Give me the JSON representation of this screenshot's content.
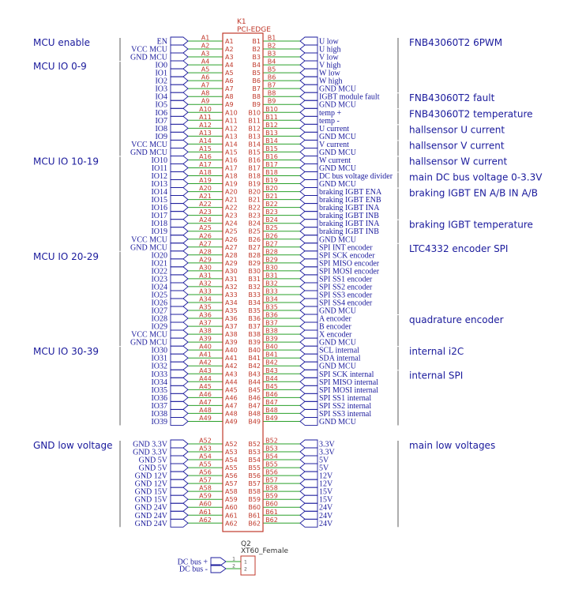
{
  "connector": {
    "ref": "K1",
    "value": "PCI-EDGE",
    "left_nets": [
      "EN",
      "VCC MCU",
      "GND MCU",
      "IO0",
      "IO1",
      "IO2",
      "IO3",
      "IO4",
      "IO5",
      "IO6",
      "IO7",
      "IO8",
      "IO9",
      "VCC MCU",
      "GND MCU",
      "IO10",
      "IO11",
      "IO12",
      "IO13",
      "IO14",
      "IO15",
      "IO16",
      "IO17",
      "IO18",
      "IO19",
      "VCC MCU",
      "GND MCU",
      "IO20",
      "IO21",
      "IO22",
      "IO23",
      "IO24",
      "IO25",
      "IO26",
      "IO27",
      "IO28",
      "IO29",
      "VCC MCU",
      "GND MCU",
      "IO30",
      "IO31",
      "IO32",
      "IO33",
      "IO34",
      "IO35",
      "IO36",
      "IO37",
      "IO38",
      "IO39",
      "GND 3.3V",
      "GND 3.3V",
      "GND 5V",
      "GND 5V",
      "GND 12V",
      "GND 12V",
      "GND 15V",
      "GND 15V",
      "GND 24V",
      "GND 24V",
      "GND 24V"
    ],
    "right_nets": [
      "U low",
      "U high",
      "V low",
      "V high",
      "W low",
      "W high",
      "GND MCU",
      "IGBT module fault",
      "GND MCU",
      "temp +",
      "temp -",
      "U current",
      "GND MCU",
      "V current",
      "GND MCU",
      "W current",
      "GND MCU",
      "DC bus voltage divider",
      "GND MCU",
      "braking IGBT ENA",
      "braking IGBT ENB",
      "braking IGBT INA",
      "braking IGBT INB",
      "braking IGBT INA",
      "braking IGBT INB",
      "GND MCU",
      "SPI INT encoder",
      "SPI SCK encoder",
      "SPI MISO encoder",
      "SPI MOSI encoder",
      "SPI SS1 encoder",
      "SPI SS2 encoder",
      "SPI SS3 encoder",
      "SPI SS4 encoder",
      "GND MCU",
      "A encoder",
      "B encoder",
      "X encoder",
      "GND MCU",
      "SCL internal",
      "SDA internal",
      "GND MCU",
      "SPI SCK internal",
      "SPI MISO internal",
      "SPI MOSI internal",
      "SPI SS1 internal",
      "SPI SS2 internal",
      "SPI SS3 internal",
      "GND MCU",
      "3.3V",
      "3.3V",
      "5V",
      "5V",
      "12V",
      "12V",
      "15V",
      "15V",
      "24V",
      "24V",
      "24V"
    ],
    "left_groups": [
      {
        "label": "MCU enable",
        "row": 0
      },
      {
        "label": "MCU IO 0-9",
        "row": 3
      },
      {
        "label": "MCU IO 10-19",
        "row": 15
      },
      {
        "label": "MCU IO 20-29",
        "row": 27
      },
      {
        "label": "MCU IO 30-39",
        "row": 39
      },
      {
        "label": "GND low voltage",
        "row": 49
      }
    ],
    "right_groups": [
      {
        "label": "FNB43060T2 6PWM",
        "row": 0
      },
      {
        "label": "FNB43060T2 fault",
        "row": 7
      },
      {
        "label": "FNB43060T2 temperature",
        "row": 9
      },
      {
        "label": "hallsensor U current",
        "row": 11
      },
      {
        "label": "hallsensor V current",
        "row": 13
      },
      {
        "label": "hallsensor W current",
        "row": 15
      },
      {
        "label": "main DC bus voltage 0-3.3V",
        "row": 17
      },
      {
        "label": "braking IGBT EN A/B IN A/B",
        "row": 19
      },
      {
        "label": "braking IGBT temperature",
        "row": 23
      },
      {
        "label": "LTC4332 encoder SPI",
        "row": 26
      },
      {
        "label": "quadrature encoder",
        "row": 35
      },
      {
        "label": "internal i2C",
        "row": 39
      },
      {
        "label": "internal SPI",
        "row": 42
      },
      {
        "label": "main low voltages",
        "row": 49
      }
    ]
  },
  "dc_connector": {
    "ref": "Q2",
    "value": "XT60_Female",
    "nets": [
      "DC bus +",
      "DC bus -"
    ],
    "pins": [
      "1",
      "2"
    ]
  },
  "colors": {
    "wire": "#2aa02a",
    "part_outline": "#c0392b",
    "pin_text": "#c0392b",
    "net_text": "#1a1a9c",
    "annotation_text": "#1a1a9c",
    "background": "#ffffff"
  }
}
